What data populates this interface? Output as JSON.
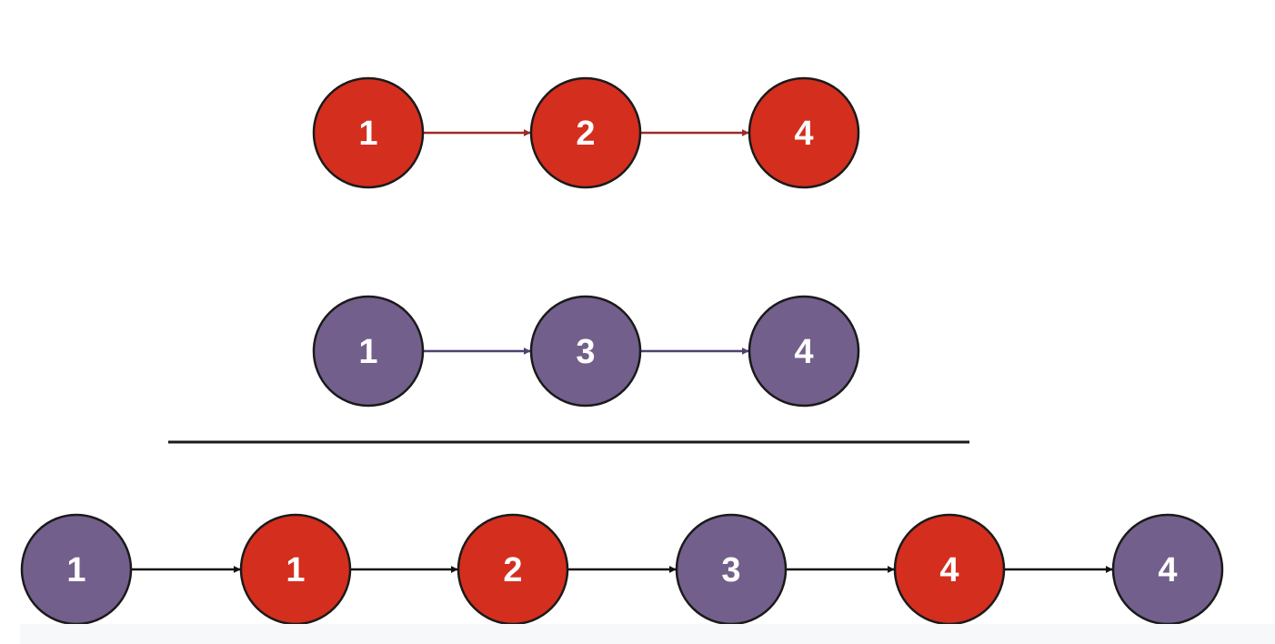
{
  "colors": {
    "list_a": "#d42e1e",
    "list_a_arrow": "#9e2a26",
    "list_b": "#735f8c",
    "list_b_arrow": "#4f4170",
    "merged_arrow": "#111111",
    "node_border": "#1a1a1a",
    "divider": "#1a1a1a",
    "label": "#ffffff"
  },
  "list_a": {
    "nodes": [
      {
        "label": "1",
        "source": "a"
      },
      {
        "label": "2",
        "source": "a"
      },
      {
        "label": "4",
        "source": "a"
      }
    ]
  },
  "list_b": {
    "nodes": [
      {
        "label": "1",
        "source": "b"
      },
      {
        "label": "3",
        "source": "b"
      },
      {
        "label": "4",
        "source": "b"
      }
    ]
  },
  "merged": {
    "nodes": [
      {
        "label": "1",
        "source": "b"
      },
      {
        "label": "1",
        "source": "a"
      },
      {
        "label": "2",
        "source": "a"
      },
      {
        "label": "3",
        "source": "b"
      },
      {
        "label": "4",
        "source": "a"
      },
      {
        "label": "4",
        "source": "b"
      }
    ]
  }
}
